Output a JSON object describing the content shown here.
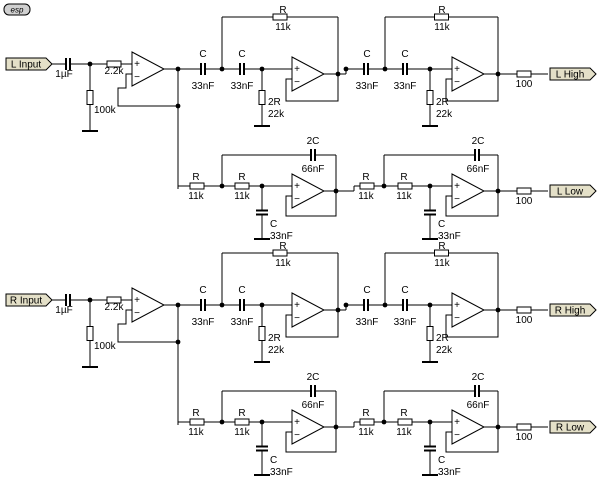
{
  "logo": "esp",
  "channels": [
    {
      "input_label": "L Input",
      "input_cap": "1µF",
      "bias_resistor": "100k",
      "input_resistor": "2.2k",
      "hp1": {
        "cap_a": "C",
        "cap_a_value": "33nF",
        "cap_b": "C",
        "cap_b_value": "33nF",
        "feedback_r": "R",
        "feedback_r_value": "11k",
        "ground_r": "2R",
        "ground_r_value": "22k"
      },
      "hp2": {
        "cap_a": "C",
        "cap_a_value": "33nF",
        "cap_b": "C",
        "cap_b_value": "33nF",
        "feedback_r": "R",
        "feedback_r_value": "11k",
        "ground_r": "2R",
        "ground_r_value": "22k"
      },
      "lp1": {
        "r_a": "R",
        "r_a_value": "11k",
        "r_b": "R",
        "r_b_value": "11k",
        "feedback_c": "2C",
        "feedback_c_value": "66nF",
        "ground_c": "C",
        "ground_c_value": "33nF"
      },
      "lp2": {
        "r_a": "R",
        "r_a_value": "11k",
        "r_b": "R",
        "r_b_value": "11k",
        "feedback_c": "2C",
        "feedback_c_value": "66nF",
        "ground_c": "C",
        "ground_c_value": "33nF"
      },
      "high_out_r": "100",
      "low_out_r": "100",
      "high_label": "L High",
      "low_label": "L Low"
    },
    {
      "input_label": "R Input",
      "input_cap": "1µF",
      "bias_resistor": "100k",
      "input_resistor": "2.2k",
      "hp1": {
        "cap_a": "C",
        "cap_a_value": "33nF",
        "cap_b": "C",
        "cap_b_value": "33nF",
        "feedback_r": "R",
        "feedback_r_value": "11k",
        "ground_r": "2R",
        "ground_r_value": "22k"
      },
      "hp2": {
        "cap_a": "C",
        "cap_a_value": "33nF",
        "cap_b": "C",
        "cap_b_value": "33nF",
        "feedback_r": "R",
        "feedback_r_value": "11k",
        "ground_r": "2R",
        "ground_r_value": "22k"
      },
      "lp1": {
        "r_a": "R",
        "r_a_value": "11k",
        "r_b": "R",
        "r_b_value": "11k",
        "feedback_c": "2C",
        "feedback_c_value": "66nF",
        "ground_c": "C",
        "ground_c_value": "33nF"
      },
      "lp2": {
        "r_a": "R",
        "r_a_value": "11k",
        "r_b": "R",
        "r_b_value": "11k",
        "feedback_c": "2C",
        "feedback_c_value": "66nF",
        "ground_c": "C",
        "ground_c_value": "33nF"
      },
      "high_out_r": "100",
      "low_out_r": "100",
      "high_label": "R High",
      "low_label": "R Low"
    }
  ],
  "colors": {
    "wire": "#000000",
    "port_fill": "#e4e0c8",
    "logo_fill": "#d0d0d0",
    "background": "#ffffff"
  }
}
